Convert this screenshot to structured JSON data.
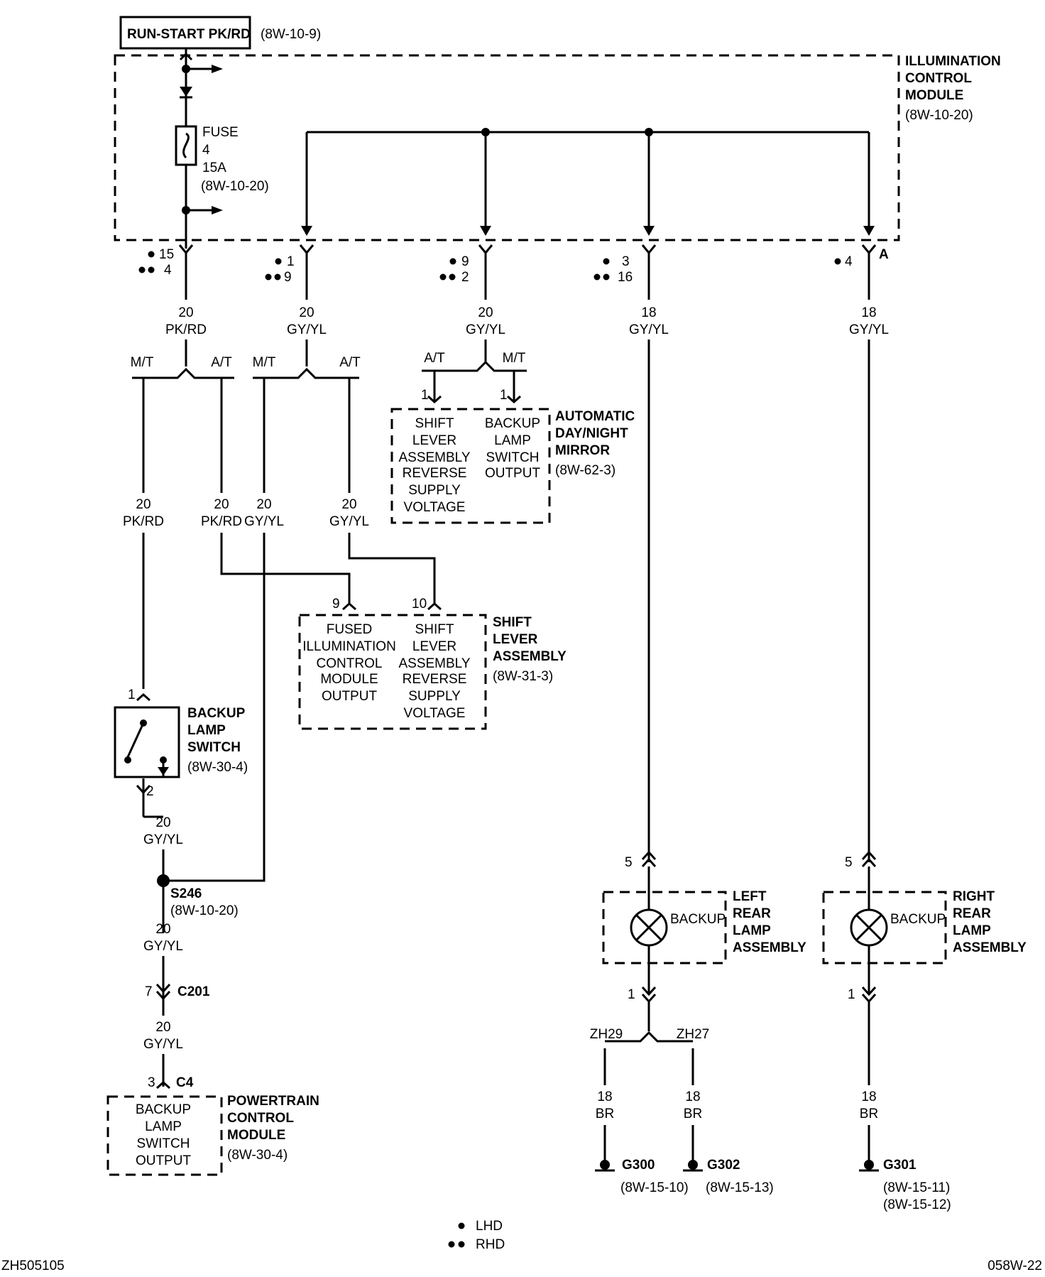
{
  "header": {
    "run_start_label": "RUN-START PK/RD",
    "run_start_ref": "(8W-10-9)"
  },
  "icm": {
    "title_lines": [
      "ILLUMINATION",
      "CONTROL",
      "MODULE"
    ],
    "ref": "(8W-10-20)",
    "fuse_label": "FUSE",
    "fuse_number": "4",
    "fuse_rating": "15A",
    "fuse_ref": "(8W-10-20)",
    "pin_a": "A"
  },
  "icm_pins": {
    "c1": {
      "lhd": "15",
      "rhd": "4"
    },
    "c2": {
      "lhd": "1",
      "rhd": "9"
    },
    "c3": {
      "lhd": "9",
      "rhd": "2"
    },
    "c4": {
      "lhd": "3",
      "rhd": "16"
    },
    "c5": {
      "lhd": "4"
    }
  },
  "wires": {
    "w1": {
      "gauge": "20",
      "color": "PK/RD"
    },
    "w2": {
      "gauge": "20",
      "color": "GY/YL"
    },
    "w3": {
      "gauge": "20",
      "color": "GY/YL"
    },
    "w4": {
      "gauge": "18",
      "color": "GY/YL"
    },
    "w5": {
      "gauge": "18",
      "color": "GY/YL"
    },
    "w6": {
      "gauge": "20",
      "color": "PK/RD"
    },
    "w7": {
      "gauge": "20",
      "color": "PK/RD"
    },
    "w8": {
      "gauge": "20",
      "color": "GY/YL"
    },
    "w9": {
      "gauge": "20",
      "color": "GY/YL"
    },
    "w10": {
      "gauge": "20",
      "color": "GY/YL"
    },
    "w11": {
      "gauge": "20",
      "color": "GY/YL"
    },
    "w12": {
      "gauge": "20",
      "color": "GY/YL"
    },
    "w13": {
      "gauge": "18",
      "color": "BR"
    },
    "w14": {
      "gauge": "18",
      "color": "BR"
    },
    "w15": {
      "gauge": "18",
      "color": "BR"
    }
  },
  "splits": {
    "s1": {
      "left": "M/T",
      "right": "A/T"
    },
    "s2": {
      "left": "M/T",
      "right": "A/T"
    },
    "s3": {
      "left": "A/T",
      "right": "M/T"
    },
    "s4": {
      "left": "ZH29",
      "right": "ZH27"
    }
  },
  "mirror": {
    "pin1": "1",
    "pin2": "1",
    "cell1": [
      "SHIFT",
      "LEVER",
      "ASSEMBLY",
      "REVERSE",
      "SUPPLY",
      "VOLTAGE"
    ],
    "cell2": [
      "BACKUP",
      "LAMP",
      "SWITCH",
      "OUTPUT"
    ],
    "title_lines": [
      "AUTOMATIC",
      "DAY/NIGHT",
      "MIRROR"
    ],
    "ref": "(8W-62-3)"
  },
  "shift_lever": {
    "pin1": "9",
    "pin2": "10",
    "cell1": [
      "FUSED",
      "ILLUMINATION",
      "CONTROL",
      "MODULE",
      "OUTPUT"
    ],
    "cell2": [
      "SHIFT",
      "LEVER",
      "ASSEMBLY",
      "REVERSE",
      "SUPPLY",
      "VOLTAGE"
    ],
    "title_lines": [
      "SHIFT",
      "LEVER",
      "ASSEMBLY"
    ],
    "ref": "(8W-31-3)"
  },
  "backup_switch": {
    "pin_top": "1",
    "pin_bottom": "2",
    "title_lines": [
      "BACKUP",
      "LAMP",
      "SWITCH"
    ],
    "ref": "(8W-30-4)"
  },
  "splice": {
    "name": "S246",
    "ref": "(8W-10-20)"
  },
  "c201": {
    "pin": "7",
    "name": "C201"
  },
  "pcm": {
    "pin": "3",
    "connector": "C4",
    "cell": [
      "BACKUP",
      "LAMP",
      "SWITCH",
      "OUTPUT"
    ],
    "title_lines": [
      "POWERTRAIN",
      "CONTROL",
      "MODULE"
    ],
    "ref": "(8W-30-4)"
  },
  "left_lamp": {
    "pin_top": "5",
    "pin_bottom": "1",
    "bulb_label": "BACKUP",
    "title_lines": [
      "LEFT",
      "REAR",
      "LAMP",
      "ASSEMBLY"
    ]
  },
  "right_lamp": {
    "pin_top": "5",
    "pin_bottom": "1",
    "bulb_label": "BACKUP",
    "title_lines": [
      "RIGHT",
      "REAR",
      "LAMP",
      "ASSEMBLY"
    ]
  },
  "grounds": {
    "g300": {
      "name": "G300",
      "ref": "(8W-15-10)"
    },
    "g302": {
      "name": "G302",
      "ref": "(8W-15-13)"
    },
    "g301": {
      "name": "G301",
      "ref1": "(8W-15-11)",
      "ref2": "(8W-15-12)"
    }
  },
  "legend": {
    "lhd": "LHD",
    "rhd": "RHD"
  },
  "footer": {
    "left_code": "ZH505105",
    "right_code": "058W-22"
  }
}
